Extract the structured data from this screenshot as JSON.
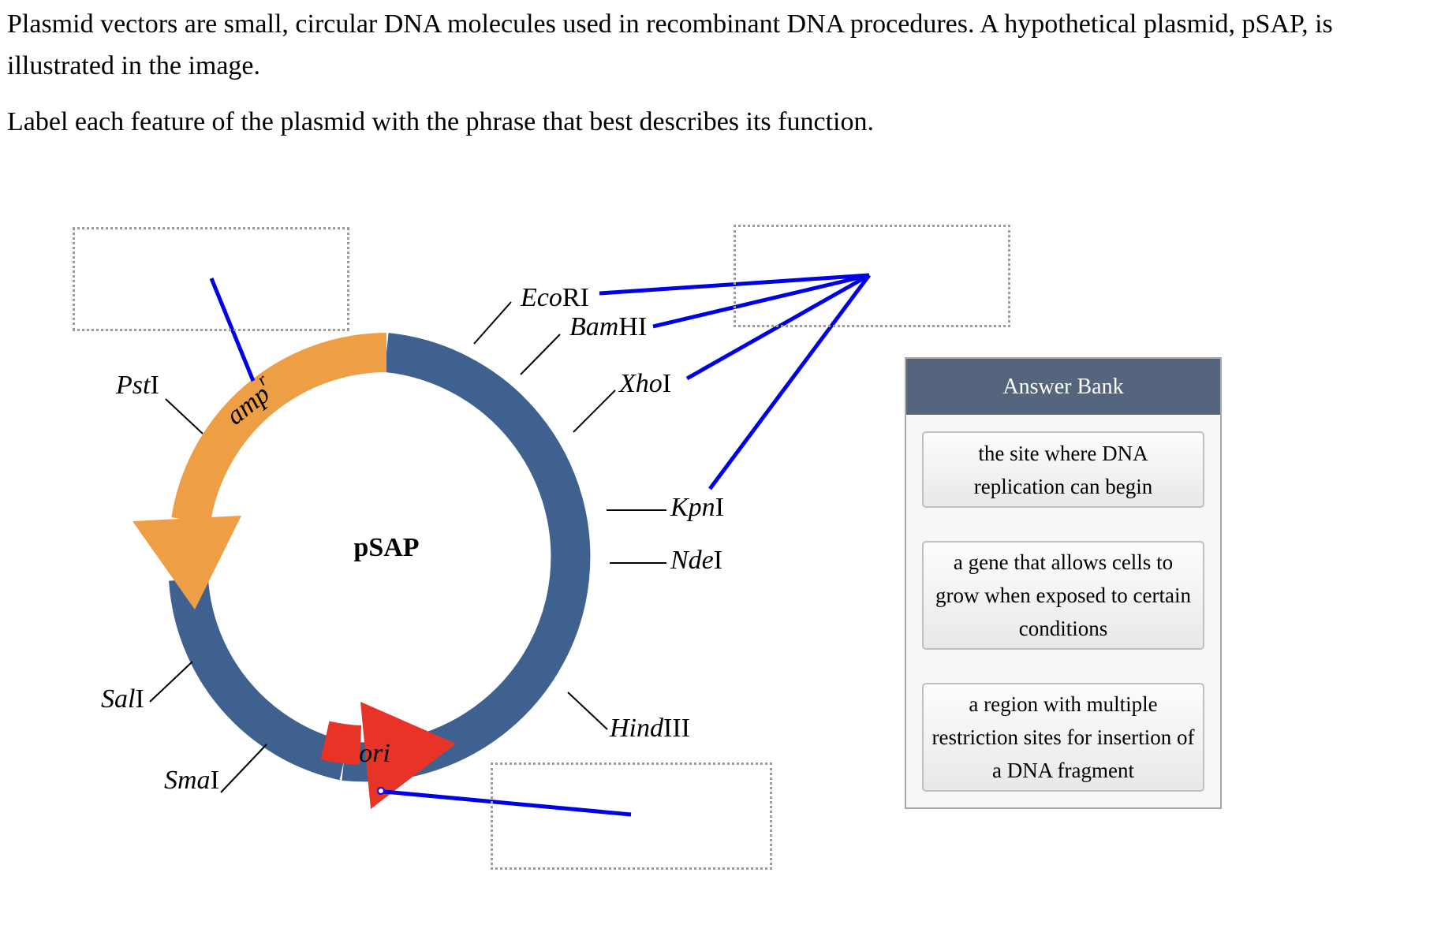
{
  "question": {
    "paragraph1": "Plasmid vectors are small, circular DNA molecules used in recombinant DNA procedures. A hypothetical plasmid, pSAP, is illustrated in the image.",
    "paragraph2": "Label each feature of the plasmid with the phrase that best describes its function."
  },
  "plasmid": {
    "name": "pSAP",
    "features": {
      "amp_base": "amp",
      "amp_sup": "r",
      "ori": "ori"
    },
    "sites": {
      "ecori_it": "Eco",
      "ecori_rn": "RI",
      "bamhi_it": "Bam",
      "bamhi_rn": "HI",
      "xhoi_it": "Xho",
      "xhoi_rn": "I",
      "kpni_it": "Kpn",
      "kpni_rn": "I",
      "ndei_it": "Nde",
      "ndei_rn": "I",
      "hindiii_it": "Hind",
      "hindiii_rn": "III",
      "psti_it": "Pst",
      "psti_rn": "I",
      "sali_it": "Sal",
      "sali_rn": "I",
      "smai_it": "Sma",
      "smai_rn": "I"
    },
    "colors": {
      "backbone": "#3f6190",
      "amp": "#ee9e45",
      "ori": "#e73426",
      "pointer": "#0000e6"
    }
  },
  "answer_bank": {
    "title": "Answer Bank",
    "items": [
      "the site where DNA replication can begin",
      "a gene that allows cells to grow when exposed to certain conditions",
      "a region with multiple restriction sites for insertion of a DNA fragment"
    ]
  }
}
